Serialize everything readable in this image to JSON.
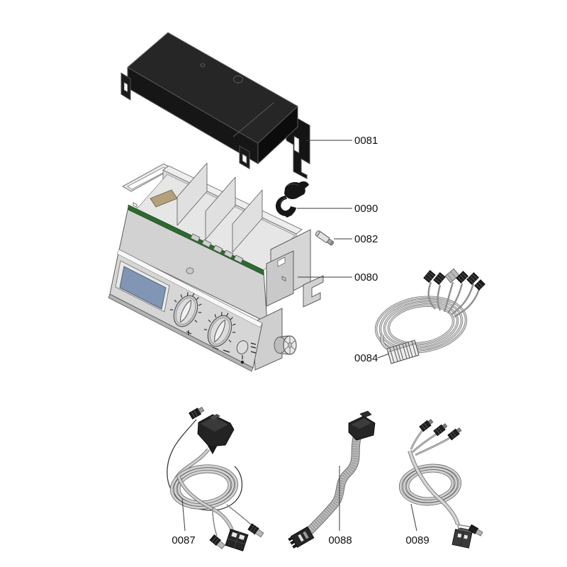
{
  "diagram": {
    "kind": "exploded-parts-diagram",
    "background_color": "#ffffff",
    "leader_line_color": "#3a3a3a",
    "label_color": "#111111",
    "parts": [
      {
        "number": "0081"
      },
      {
        "number": "0090"
      },
      {
        "number": "0082"
      },
      {
        "number": "0080"
      },
      {
        "number": "0084"
      },
      {
        "number": "0087"
      },
      {
        "number": "0088"
      },
      {
        "number": "0089"
      }
    ],
    "colors": {
      "cover_top": "#262626",
      "cover_front": "#161616",
      "cover_side": "#0c0c0c",
      "chassis_gray": "#d6d6d6",
      "chassis_light": "#ececec",
      "outline_gray": "#5c5c5c",
      "pcb_green": "#2d6a2f",
      "display_blue": "#8096b4",
      "cable_gray": "#cfcfcf",
      "connector_black": "#242424",
      "component_tan": "#b3a07c"
    }
  }
}
